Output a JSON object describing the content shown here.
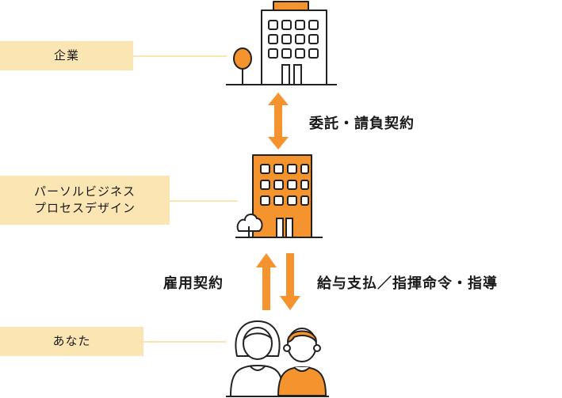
{
  "colors": {
    "accent": "#f5942e",
    "label_bg": "#fbe5b3",
    "outline": "#222222"
  },
  "labels": {
    "company": "企業",
    "persol_line1": "パーソルビジネス",
    "persol_line2": "プロセスデザイン",
    "you": "あなた"
  },
  "relations": {
    "company_persol": "委託・請負契約",
    "employment": "雇用契約",
    "salary_instruction": "給与支払／指揮命令・指導"
  },
  "icons": {
    "company": "office-building-icon",
    "persol": "orange-office-building-icon",
    "you": "two-people-icon"
  }
}
